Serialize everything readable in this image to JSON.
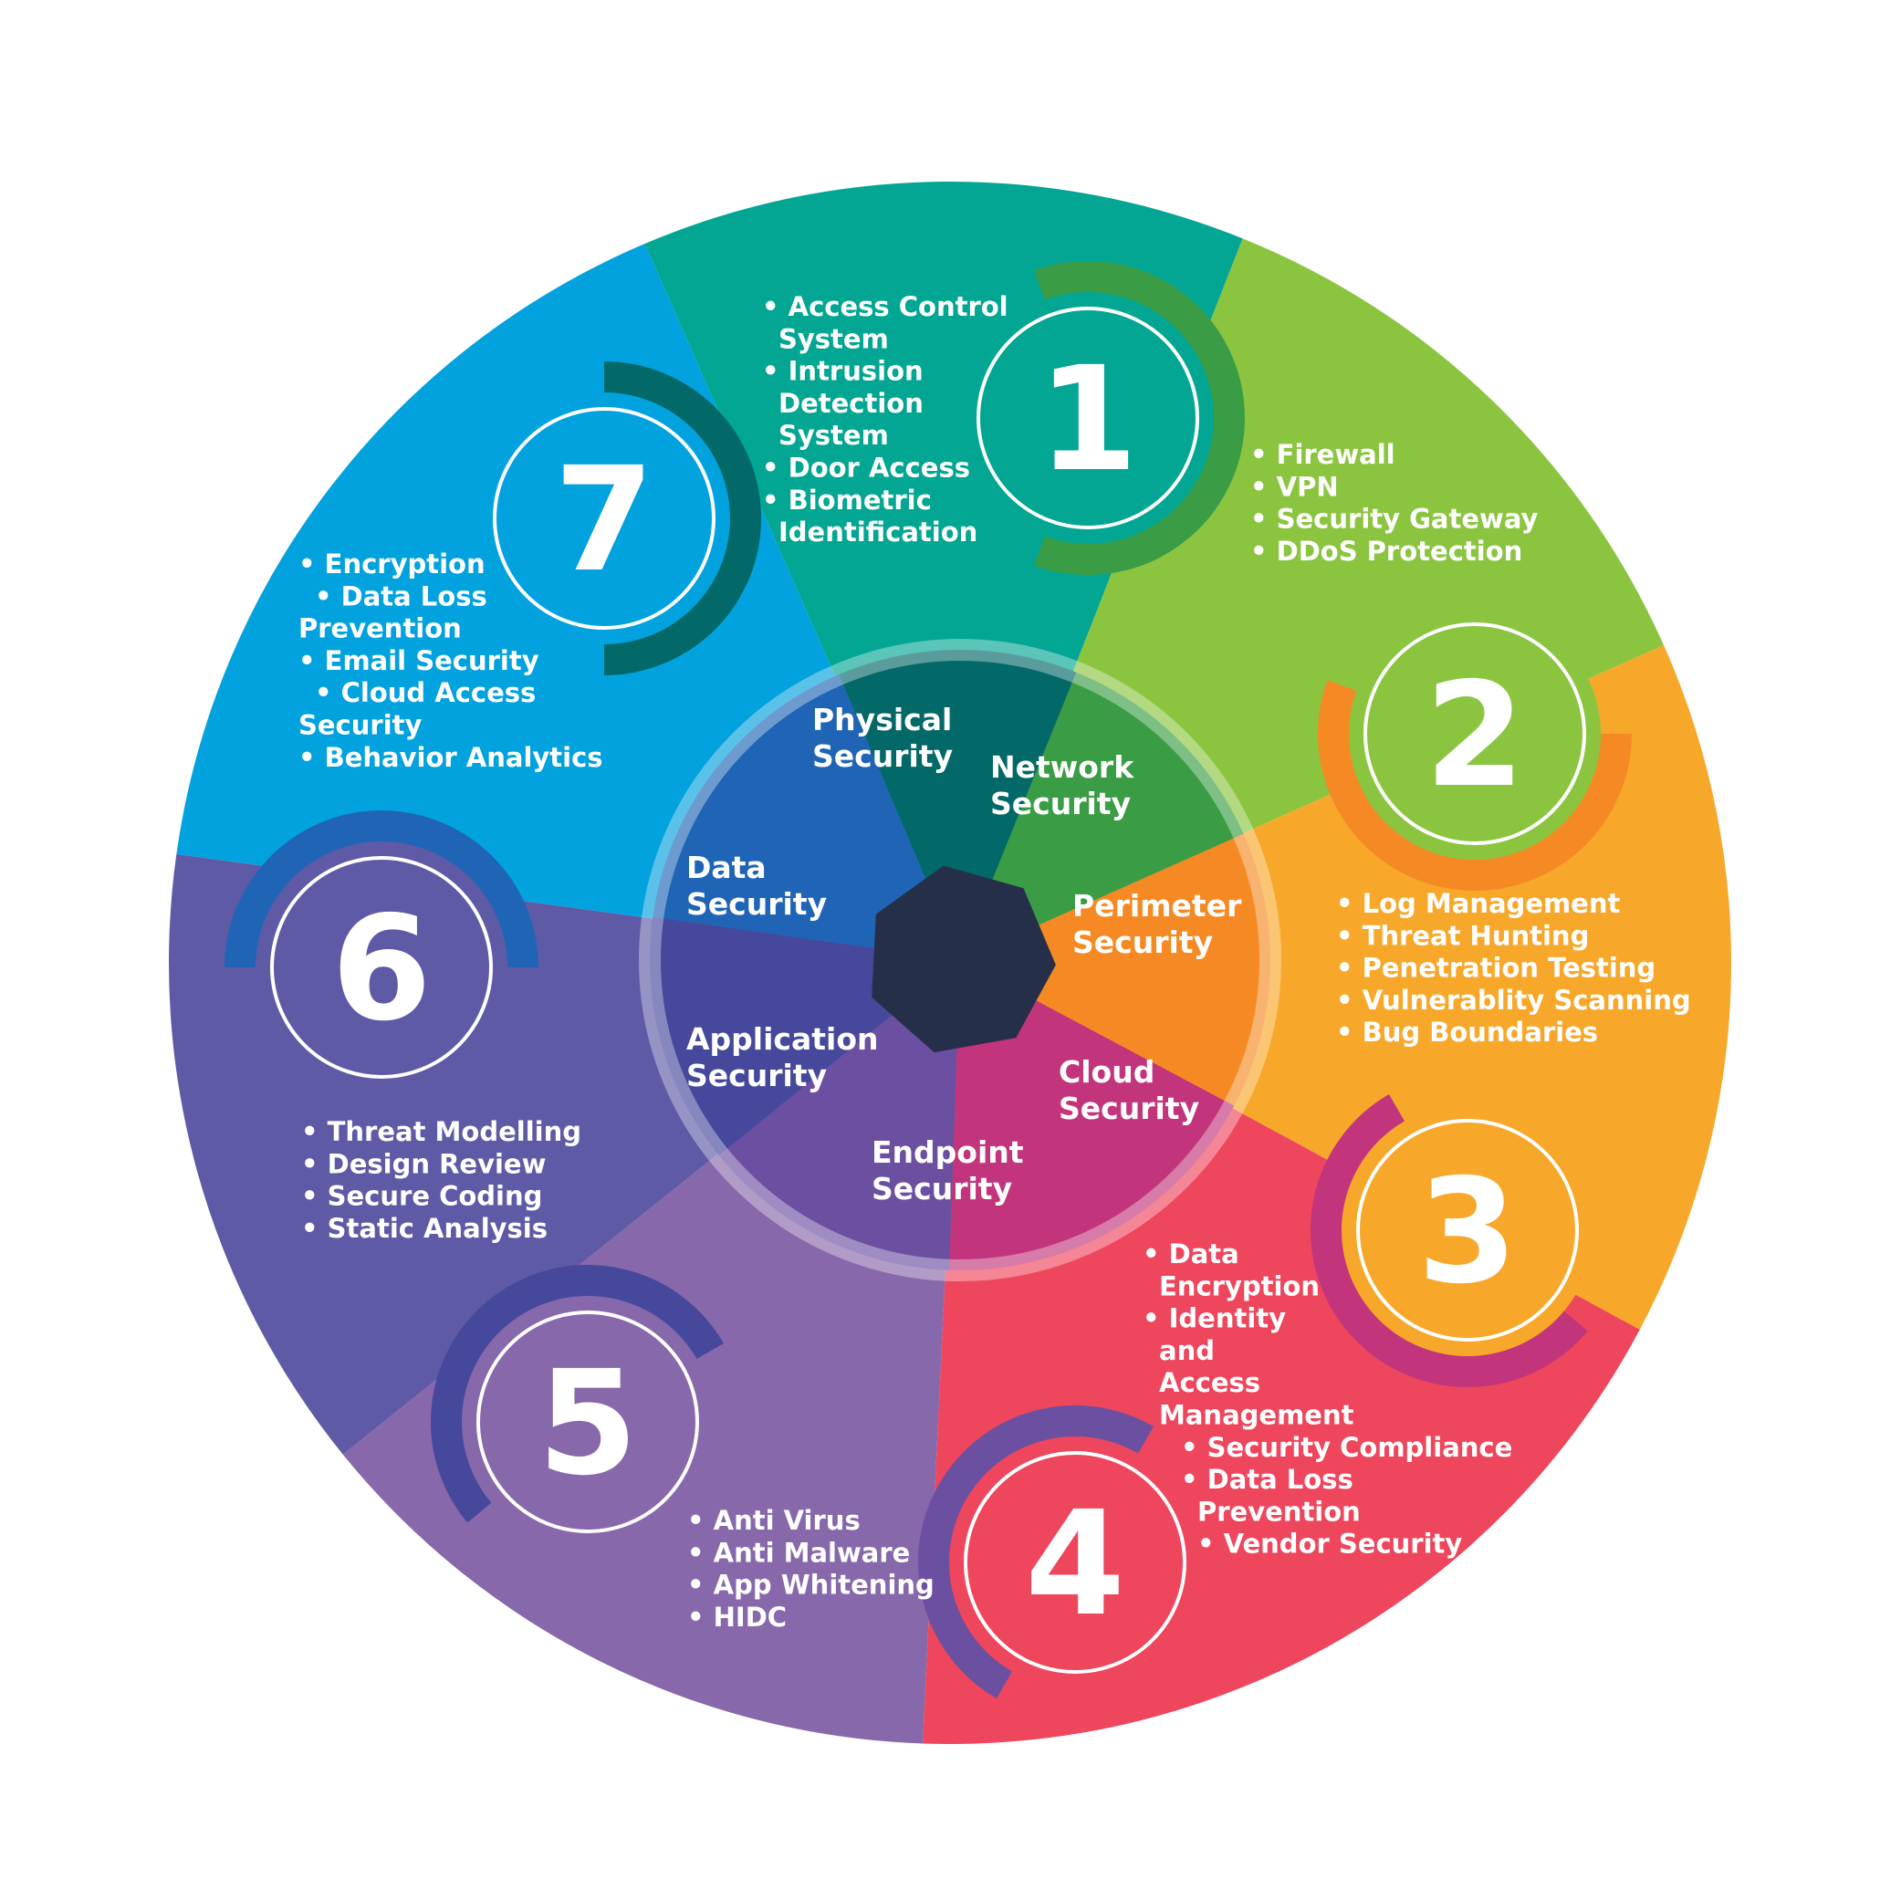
{
  "colors": {
    "segment_1": "#02a693",
    "segment_2": "#8bc540",
    "segment_3": "#f7a82a",
    "segment_4": "#ee465c",
    "segment_5": "#8768ab",
    "segment_6": "#5e5aa6",
    "segment_7": "#02a2de",
    "center_hub": "#262f4a",
    "inner_ring": "#ffffff"
  },
  "segments": [
    {
      "number": "1",
      "items": [
        "• Access Control",
        "  System",
        "• Intrusion",
        "  Detection",
        "  System",
        "• Door Access",
        "• Biometric",
        "  Identification"
      ]
    },
    {
      "number": "2",
      "items": [
        "• Firewall",
        "• VPN",
        "• Security Gateway",
        "• DDoS Protection"
      ]
    },
    {
      "number": "3",
      "items": [
        "• Log Management",
        "• Threat Hunting",
        "• Penetration Testing",
        "• Vulnerablity Scanning",
        "• Bug Boundaries"
      ]
    },
    {
      "number": "4",
      "items": [
        "• Data",
        "  Encryption",
        "• Identity",
        "  and",
        "  Access",
        "  Management",
        "• Security Compliance",
        "• Data Loss",
        "  Prevention",
        "• Vendor Security"
      ]
    },
    {
      "number": "5",
      "items": [
        "• Anti Virus",
        "• Anti Malware",
        "• App Whitening",
        "• HIDC"
      ]
    },
    {
      "number": "6",
      "items": [
        "• Threat Modelling",
        "• Design Review",
        "• Secure Coding",
        "• Static Analysis"
      ]
    },
    {
      "number": "7",
      "items": [
        "• Encryption",
        "• Data Loss",
        "  Prevention",
        "• Email Security",
        "• Cloud Access",
        "  Security",
        "• Behavior Analytics"
      ]
    }
  ],
  "center_labels": [
    {
      "line1": "Physical",
      "line2": "Security"
    },
    {
      "line1": "Network",
      "line2": "Security"
    },
    {
      "line1": "Perimeter",
      "line2": "Security"
    },
    {
      "line1": "Cloud",
      "line2": "Security"
    },
    {
      "line1": "Endpoint",
      "line2": "Security"
    },
    {
      "line1": "Application",
      "line2": "Security"
    },
    {
      "line1": "Data",
      "line2": "Security"
    }
  ]
}
